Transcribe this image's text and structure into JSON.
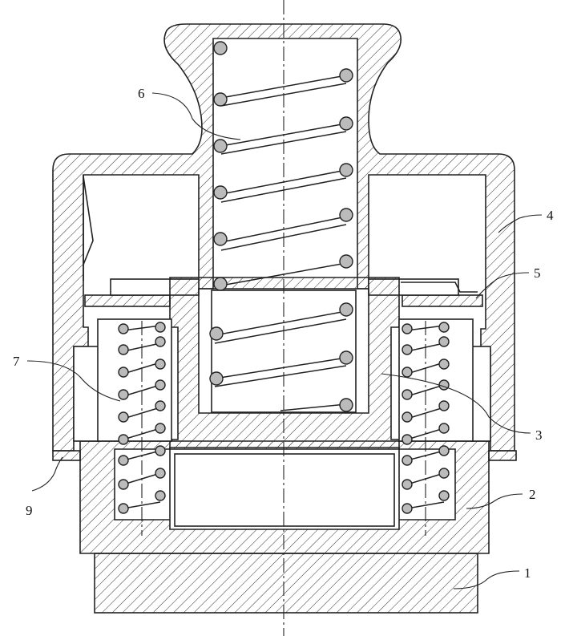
{
  "figure": {
    "labels": [
      {
        "id": "1",
        "text": "1"
      },
      {
        "id": "2",
        "text": "2"
      },
      {
        "id": "3",
        "text": "3"
      },
      {
        "id": "4",
        "text": "4"
      },
      {
        "id": "5",
        "text": "5"
      },
      {
        "id": "6",
        "text": "6"
      },
      {
        "id": "7",
        "text": "7"
      },
      {
        "id": "9",
        "text": "9"
      }
    ]
  }
}
